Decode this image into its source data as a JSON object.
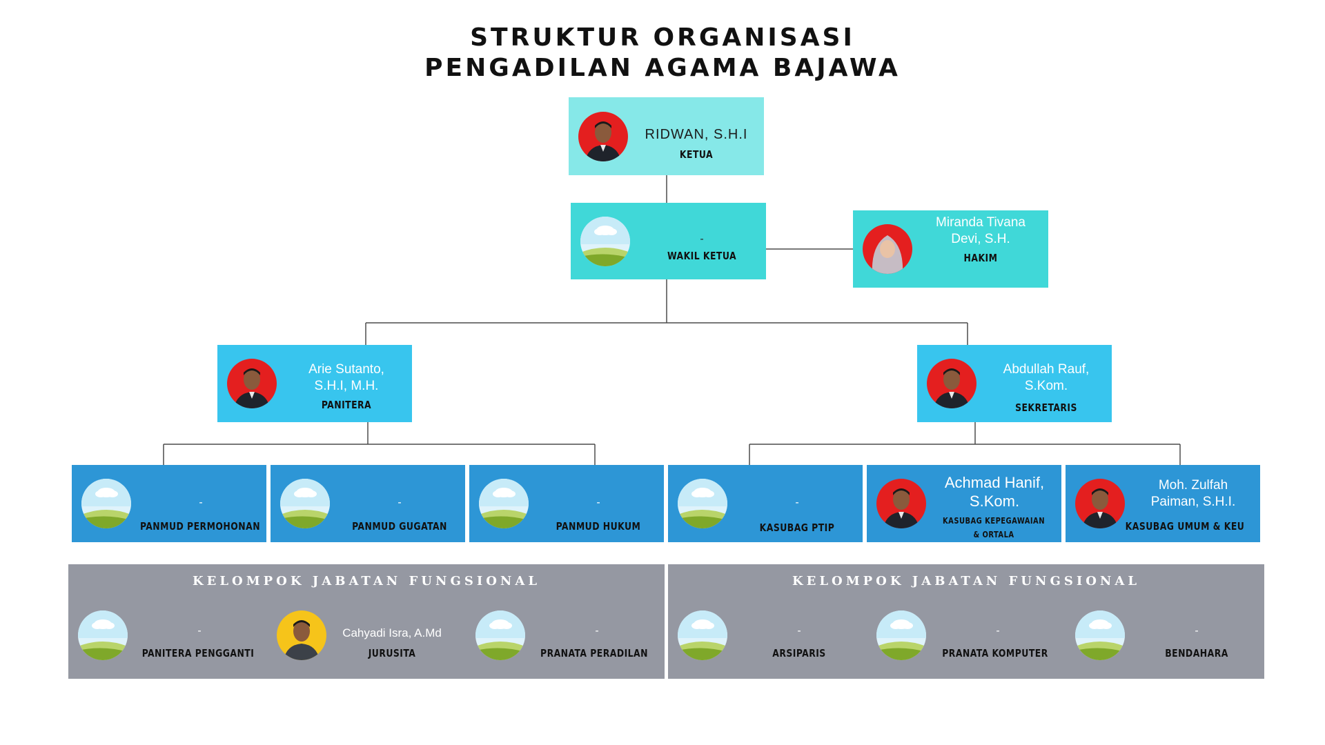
{
  "title": {
    "line1": "STRUKTUR ORGANISASI",
    "line2": "PENGADILAN AGAMA BAJAWA"
  },
  "colors": {
    "ketua_bg": "#86e8e8",
    "wakil_bg": "#40d8d8",
    "panitera_bg": "#38c5ee",
    "sub_bg": "#2d96d6",
    "group_bg": "#9598a2",
    "photo_red": "#e41f1f",
    "photo_yellow": "#f6c41a"
  },
  "ketua": {
    "name": "RIDWAN, S.H.I",
    "role": "KETUA",
    "photo": "person-photo"
  },
  "wakil": {
    "name": "-",
    "role": "WAKIL KETUA",
    "photo": "placeholder-landscape-icon"
  },
  "hakim": {
    "name_line1": "Miranda Tivana",
    "name_line2": "Devi, S.H.",
    "role": "HAKIM",
    "photo": "person-photo"
  },
  "panitera": {
    "name_line1": "Arie Sutanto,",
    "name_line2": "S.H.I, M.H.",
    "role": "PANITERA",
    "photo": "person-photo"
  },
  "sekretaris": {
    "name_line1": "Abdullah Rauf,",
    "name_line2": "S.Kom.",
    "role": "SEKRETARIS",
    "photo": "person-photo"
  },
  "panitera_units": [
    {
      "name": "-",
      "role": "PANMUD PERMOHONAN"
    },
    {
      "name": "-",
      "role": "PANMUD GUGATAN"
    },
    {
      "name": "-",
      "role": "PANMUD HUKUM"
    }
  ],
  "sekretaris_units": [
    {
      "name": "-",
      "role": "KASUBAG PTIP"
    },
    {
      "name_line1": "Achmad Hanif,",
      "name_line2": "S.Kom.",
      "role_line1": "KASUBAG KEPEGAWAIAN",
      "role_line2": "& ORTALA"
    },
    {
      "name_line1": "Moh. Zulfah",
      "name_line2": "Paiman, S.H.I.",
      "role": "KASUBAG UMUM & KEU"
    }
  ],
  "groups": [
    {
      "title": "KELOMPOK JABATAN FUNGSIONAL",
      "members": [
        {
          "name": "-",
          "role": "PANITERA PENGGANTI"
        },
        {
          "name": "Cahyadi Isra, A.Md",
          "role": "JURUSITA"
        },
        {
          "name": "-",
          "role": "PRANATA PERADILAN"
        }
      ]
    },
    {
      "title": "KELOMPOK JABATAN FUNGSIONAL",
      "members": [
        {
          "name": "-",
          "role": "ARSIPARIS"
        },
        {
          "name": "-",
          "role": "PRANATA KOMPUTER"
        },
        {
          "name": "-",
          "role": "BENDAHARA"
        }
      ]
    }
  ]
}
